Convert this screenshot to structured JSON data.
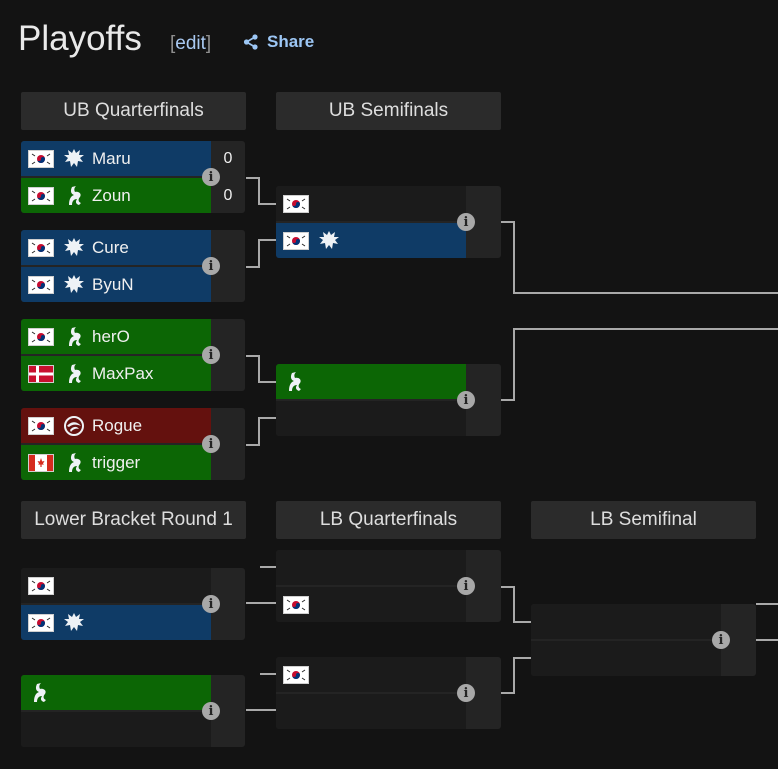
{
  "header": {
    "title": "Playoffs",
    "edit_open": "[",
    "edit_label": "edit",
    "edit_close": "]",
    "share_label": "Share",
    "share_icon": "share-icon"
  },
  "rounds": {
    "ub_qf": "UB Quarterfinals",
    "ub_sf": "UB Semifinals",
    "lb_r1": "Lower Bracket Round 1",
    "lb_qf": "LB Quarterfinals",
    "lb_sf": "LB Semifinal"
  },
  "colors": {
    "terran": "#0f3b66",
    "zerg": "#0c6605",
    "protoss": "#64110e",
    "empty": "#1b1b1b"
  },
  "matches": {
    "ubqf1": {
      "p1": {
        "name": "Maru",
        "flag": "kr",
        "race": "terran",
        "score": "0"
      },
      "p2": {
        "name": "Zoun",
        "flag": "kr",
        "race": "zerg",
        "score": "0"
      }
    },
    "ubqf2": {
      "p1": {
        "name": "Cure",
        "flag": "kr",
        "race": "terran"
      },
      "p2": {
        "name": "ByuN",
        "flag": "kr",
        "race": "terran"
      }
    },
    "ubqf3": {
      "p1": {
        "name": "herO",
        "flag": "kr",
        "race": "zerg"
      },
      "p2": {
        "name": "MaxPax",
        "flag": "dk",
        "race": "zerg"
      }
    },
    "ubqf4": {
      "p1": {
        "name": "Rogue",
        "flag": "kr",
        "race": "protoss"
      },
      "p2": {
        "name": "trigger",
        "flag": "ca",
        "race": "zerg"
      }
    }
  },
  "info_glyph": "i"
}
